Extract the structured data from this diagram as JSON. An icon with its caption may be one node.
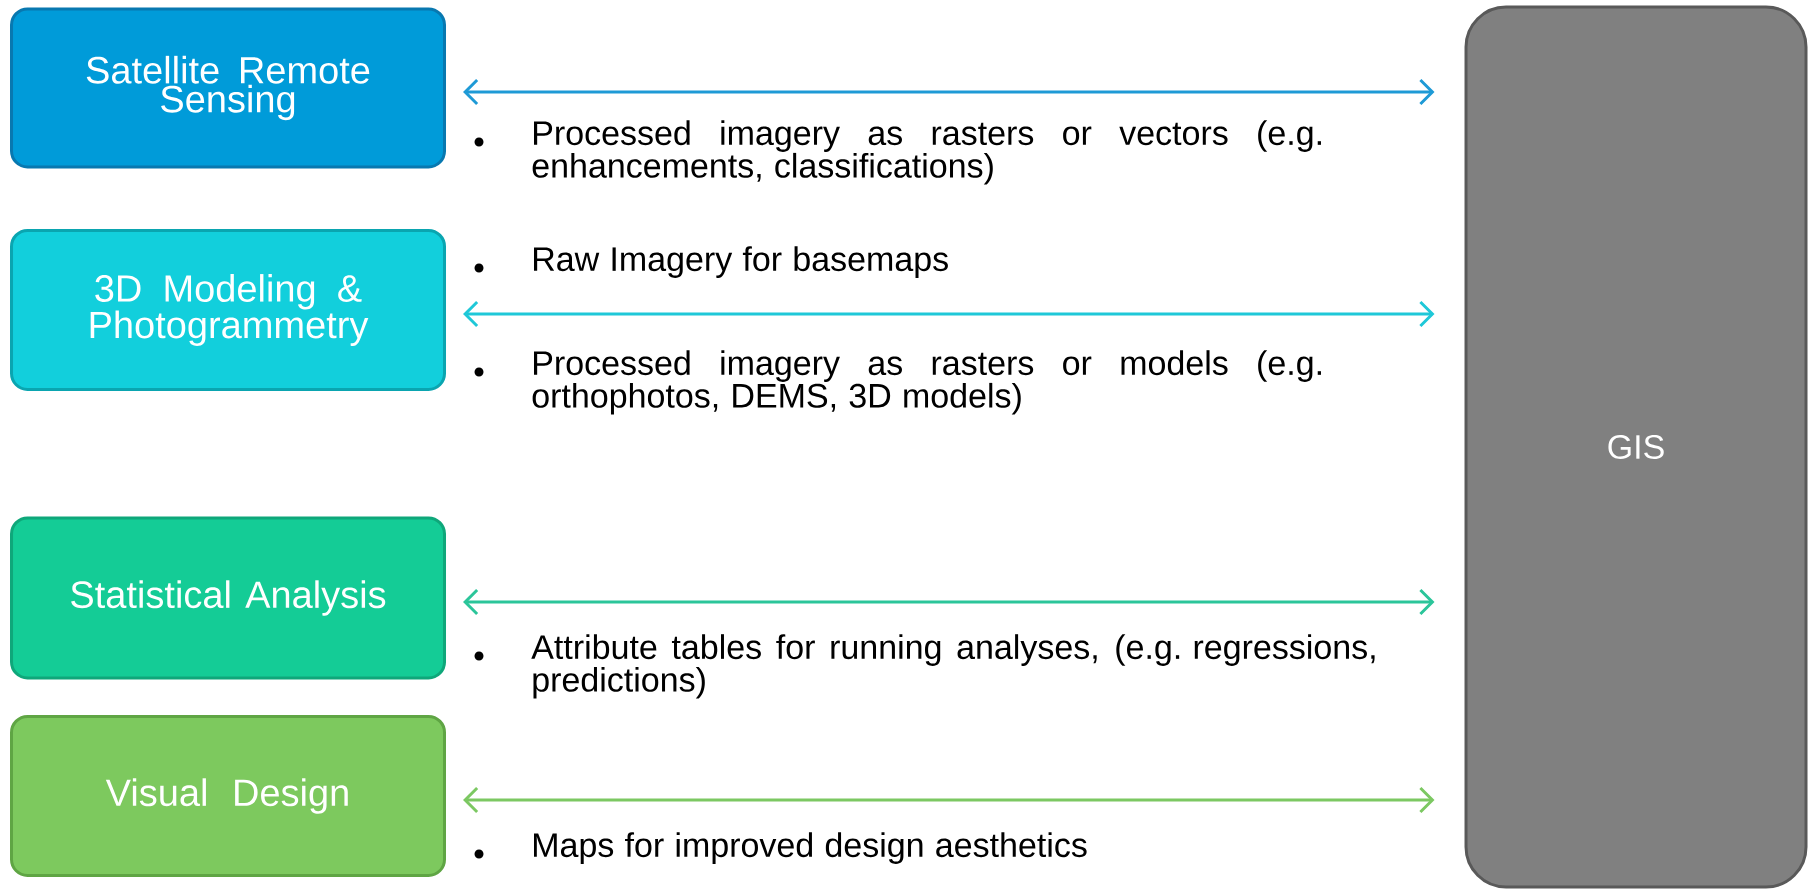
{
  "diagram": {
    "nodes": [
      {
        "text": [
          "Satellite Remote Sensing"
        ]
      },
      {
        "text": [
          "3D Modeling & Photogrammetry"
        ]
      },
      {
        "text": [
          "Statistical Analysis"
        ]
      },
      {
        "text": [
          "Visual Design"
        ]
      },
      {
        "text": [
          "GIS"
        ]
      }
    ],
    "edges": [
      {
        "from": 0,
        "to": 4,
        "arrow": "both",
        "color": "#1e9ad6"
      },
      {
        "from": 1,
        "to": 4,
        "arrow": "both",
        "color": "#1fc8d8"
      },
      {
        "from": 2,
        "to": 4,
        "arrow": "both",
        "color": "#2bc59a"
      },
      {
        "from": 3,
        "to": 4,
        "arrow": "both",
        "color": "#7cc862"
      }
    ],
    "labels": [
      "Processed imagery as rasters or vectors (e.g. enhancements, classifications)",
      "Raw Imagery for basemaps",
      "Processed imagery as rasters or models (e.g. orthophotos, DEMS, 3D models)",
      "Attribute tables for running analyses, (e.g. regressions, predictions)",
      "Maps for improved design aesthetics"
    ]
  }
}
